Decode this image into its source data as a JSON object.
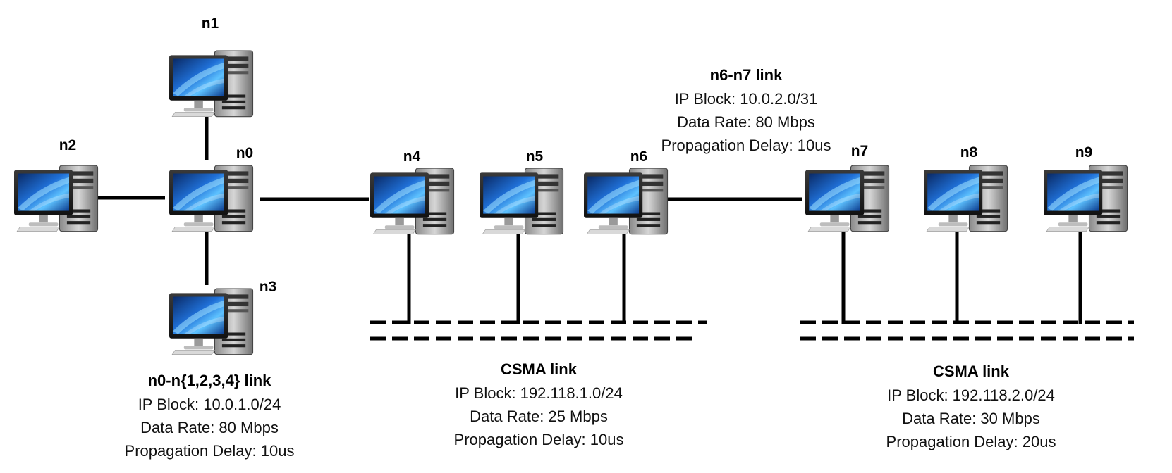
{
  "nodes": [
    {
      "id": "n0",
      "label": "n0"
    },
    {
      "id": "n1",
      "label": "n1"
    },
    {
      "id": "n2",
      "label": "n2"
    },
    {
      "id": "n3",
      "label": "n3"
    },
    {
      "id": "n4",
      "label": "n4"
    },
    {
      "id": "n5",
      "label": "n5"
    },
    {
      "id": "n6",
      "label": "n6"
    },
    {
      "id": "n7",
      "label": "n7"
    },
    {
      "id": "n8",
      "label": "n8"
    },
    {
      "id": "n9",
      "label": "n9"
    }
  ],
  "icon": "desktop-computer-icon",
  "links": {
    "star": {
      "title": "n0-n{1,2,3,4} link",
      "ip": "IP Block: 10.0.1.0/24",
      "rate": "Data Rate: 80 Mbps",
      "delay": "Propagation Delay: 10us"
    },
    "p2p": {
      "title": "n6-n7 link",
      "ip": "IP Block: 10.0.2.0/31",
      "rate": "Data Rate: 80 Mbps",
      "delay": "Propagation Delay: 10us"
    },
    "csma1": {
      "title": "CSMA link",
      "ip": "IP Block: 192.118.1.0/24",
      "rate": "Data Rate: 25 Mbps",
      "delay": "Propagation Delay: 10us"
    },
    "csma2": {
      "title": "CSMA link",
      "ip": "IP Block: 192.118.2.0/24",
      "rate": "Data Rate: 30 Mbps",
      "delay": "Propagation Delay: 20us"
    }
  }
}
